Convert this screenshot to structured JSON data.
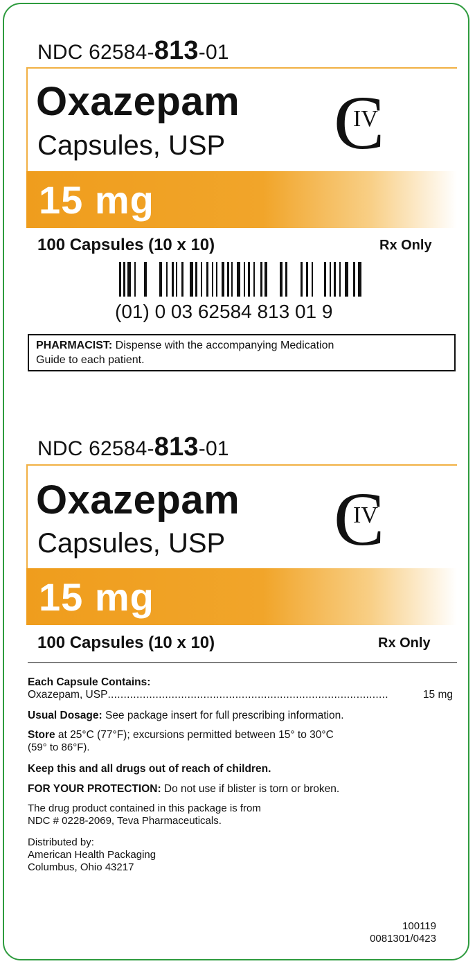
{
  "panel1": {
    "ndc_prefix": "NDC 62584-",
    "ndc_product": "813",
    "ndc_suffix": "-01",
    "drug_name": "Oxazepam",
    "dosage_form": "Capsules, USP",
    "strength": "15 mg",
    "count": "100 Capsules (10 x 10)",
    "rx": "Rx Only",
    "schedule_letter": "C",
    "schedule_roman": "IV",
    "barcode_text": "(01) 0 03 62584 813 01 9",
    "pharmacist_label": "PHARMACIST:",
    "pharmacist_text_line1": " Dispense with the accompanying Medication",
    "pharmacist_text_line2": "Guide to each patient."
  },
  "panel2": {
    "ndc_prefix": "NDC 62584-",
    "ndc_product": "813",
    "ndc_suffix": "-01",
    "drug_name": "Oxazepam",
    "dosage_form": "Capsules, USP",
    "strength": "15 mg",
    "count": "100 Capsules (10 x 10)",
    "rx": "Rx Only",
    "schedule_letter": "C",
    "schedule_roman": "IV"
  },
  "details": {
    "contains_heading": "Each Capsule Contains:",
    "ingredient": "Oxazepam, USP",
    "ingredient_dots": "........................................................................................",
    "ingredient_amount": "15 mg",
    "dosage_label": "Usual Dosage:",
    "dosage_text": " See package insert for full prescribing information.",
    "store_label": "Store",
    "store_line1": " at 25°C (77°F); excursions permitted between 15° to 30°C",
    "store_line2": "(59° to 86°F).",
    "keep_text": "Keep this and all drugs out of reach of children.",
    "protection_label": "FOR YOUR PROTECTION:",
    "protection_text": " Do not use if blister is torn or broken.",
    "source_line1": "The drug product contained in this package is from",
    "source_line2": "NDC # 0228-2069, Teva Pharmaceuticals.",
    "distributed_label": "Distributed by:",
    "distributor_name": "American Health Packaging",
    "distributor_city": "Columbus, Ohio 43217",
    "code1": "100119",
    "code2": "0081301/0423"
  },
  "colors": {
    "border": "#2e9b3e",
    "band_orange": "#ef9d1d",
    "name_box_line": "#f1b043"
  }
}
